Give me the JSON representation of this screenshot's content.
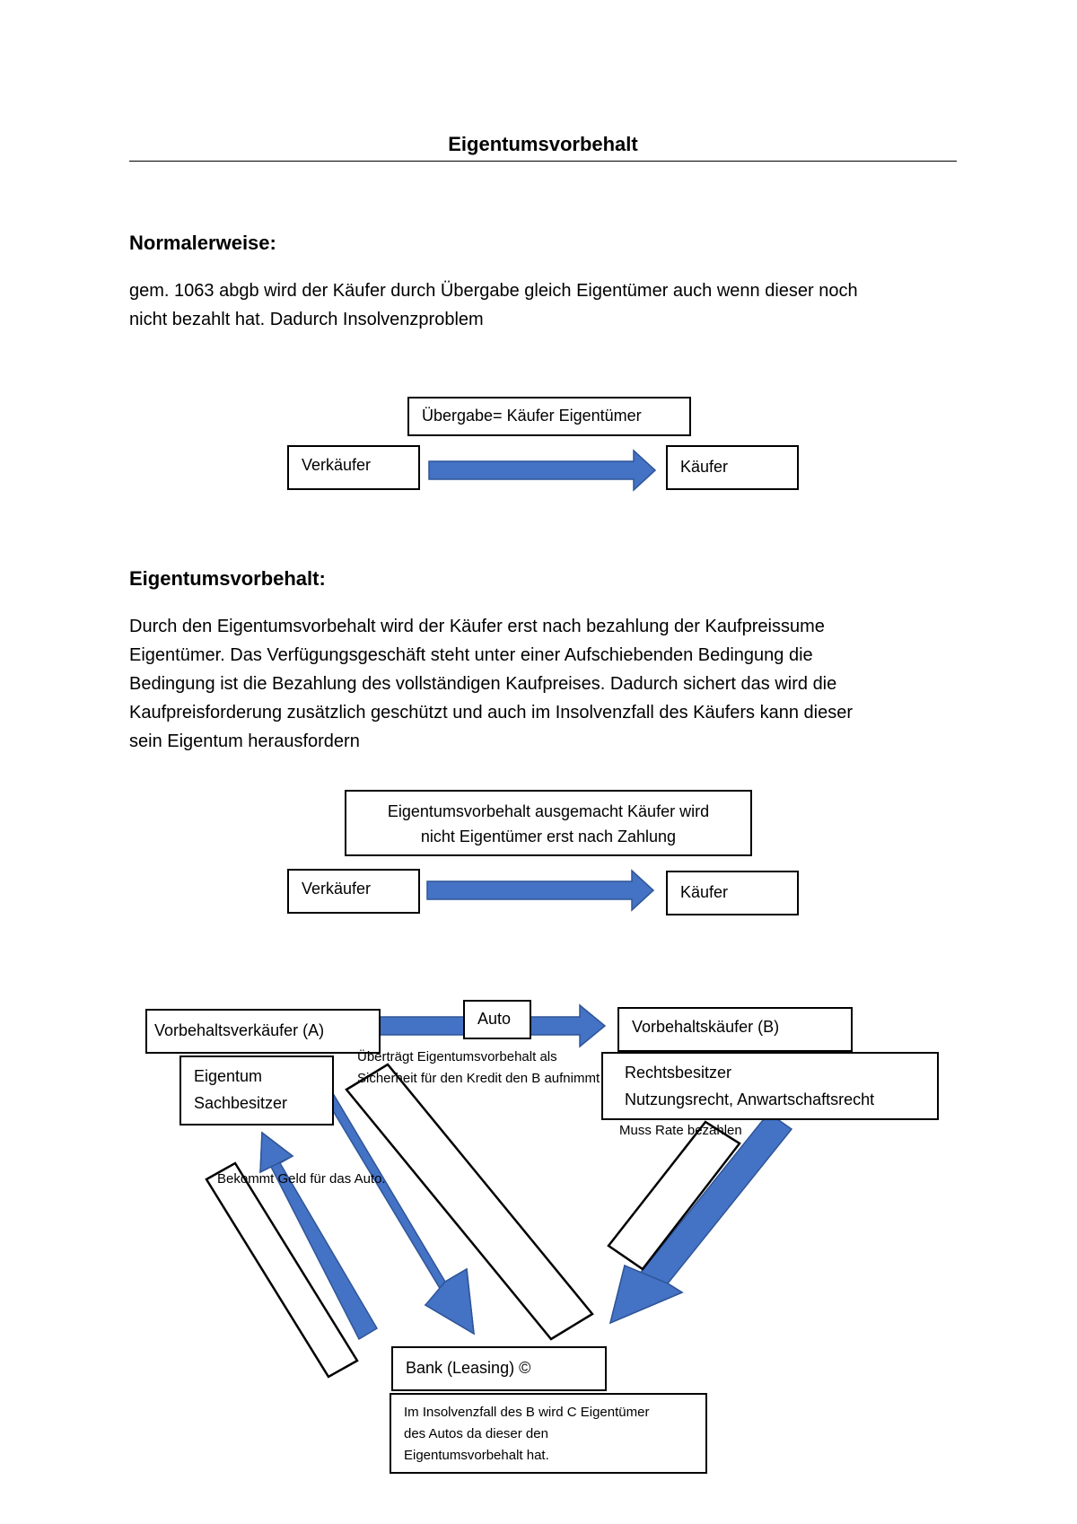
{
  "title": "Eigentumsvorbehalt",
  "section1": {
    "heading": "Normalerweise:",
    "lines": [
      "gem. 1063 abgb wird der Käufer durch Übergabe gleich Eigentümer auch wenn dieser noch",
      "nicht bezahlt hat. Dadurch Insolvenzproblem"
    ]
  },
  "diagram1": {
    "label": "Übergabe= Käufer Eigentümer",
    "seller": "Verkäufer",
    "buyer": "Käufer"
  },
  "section2": {
    "heading": "Eigentumsvorbehalt:",
    "lines": [
      "Durch den Eigentumsvorbehalt wird der Käufer erst nach bezahlung der Kaufpreissume",
      "Eigentümer. Das Verfügungsgeschäft steht unter einer Aufschiebenden Bedingung die",
      "Bedingung ist die Bezahlung des vollständigen Kaufpreises. Dadurch sichert das wird die",
      "Kaufpreisforderung zusätzlich geschützt und auch im Insolvenzfall des Käufers kann dieser",
      "sein Eigentum herausfordern"
    ]
  },
  "diagram2": {
    "label_line1": "Eigentumsvorbehalt ausgemacht Käufer wird",
    "label_line2": "nicht Eigentümer erst nach Zahlung",
    "seller": "Verkäufer",
    "buyer": "Käufer"
  },
  "diagram3": {
    "seller": "Vorbehaltsverkäufer (A)",
    "item": "Auto",
    "buyer": "Vorbehaltskäufer (B)",
    "seller_props": [
      "Eigentum",
      "Sachbesitzer"
    ],
    "buyer_props": [
      "Rechtsbesitzer",
      "Nutzungsrecht, Anwartschaftsrecht"
    ],
    "transfer_note": [
      "Überträgt Eigentumsvorbehalt als",
      "Sicherheit für den Kredit den B aufnimmt"
    ],
    "rate_note": "Muss Rate bezahlen",
    "money_note": "Bekommt Geld für das Auto.",
    "bank": "Bank (Leasing) ©",
    "insolvency_note": [
      "Im Insolvenzfall des B wird C Eigentümer",
      "des Autos da dieser den",
      "Eigentumsvorbehalt hat."
    ],
    "arrow_color": "#4472C4"
  }
}
